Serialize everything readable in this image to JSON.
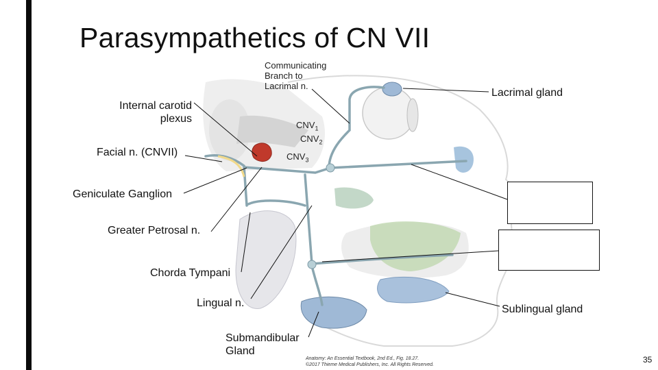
{
  "slide": {
    "title": "Parasympathetics of CN VII",
    "page_number": "35",
    "credit_line_1": "Anatomy: An Essential Textbook, 2nd Ed., Fig. 18.27.",
    "credit_line_2": "©2017 Thieme Medical Publishers, Inc. All Rights Reserved."
  },
  "labels": {
    "communicating_branch": [
      "Communicating",
      "Branch to",
      "Lacrimal n."
    ],
    "internal_carotid": [
      "Internal carotid",
      "plexus"
    ],
    "facial_nerve": "Facial n. (CNVII)",
    "geniculate": "Geniculate Ganglion",
    "greater_petrosal": "Greater Petrosal n.",
    "chorda_tympani": "Chorda Tympani",
    "lingual": "Lingual n.",
    "submandibular": [
      "Submandibular",
      "Gland"
    ],
    "lacrimal_gland": "Lacrimal gland",
    "sublingual_gland": "Sublingual gland",
    "cnv1": {
      "base": "CNV",
      "sub": "1"
    },
    "cnv2": {
      "base": "CNV",
      "sub": "2"
    },
    "cnv3": {
      "base": "CNV",
      "sub": "3"
    }
  },
  "colors": {
    "nerve": "#8aa6b0",
    "gland_blue": "#9fb9d6",
    "gland_green": "#a9c79a",
    "ganglion_red": "#c0392b"
  }
}
